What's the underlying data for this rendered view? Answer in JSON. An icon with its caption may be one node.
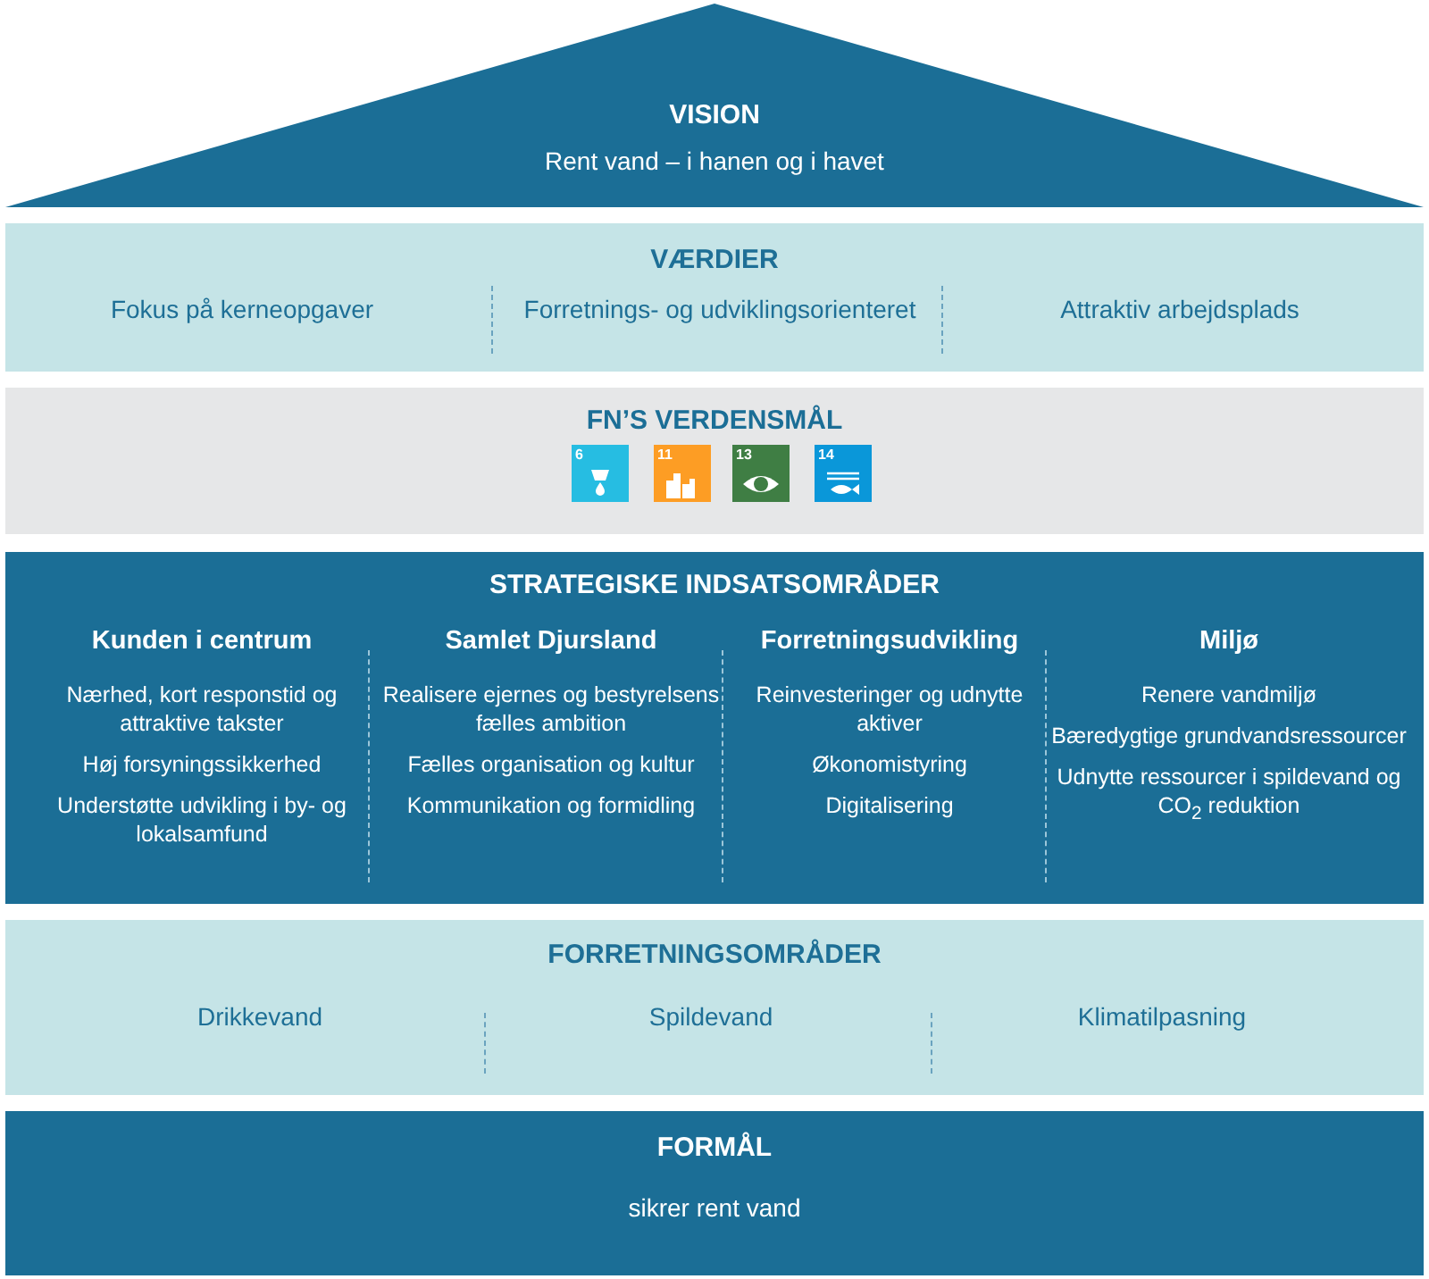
{
  "diagram": {
    "nodes": [
      {
        "text": [
          "VISION",
          "Rent vand – i hanen og i havet"
        ]
      },
      {
        "text": [
          "VÆRDIER"
        ]
      },
      {
        "text": [
          "Fokus på kerneopgaver"
        ],
        "in": 1
      },
      {
        "text": [
          "Forretnings- og udviklingsorienteret"
        ],
        "in": 1
      },
      {
        "text": [
          "Attraktiv arbejdsplads"
        ],
        "in": 1
      },
      {
        "text": [
          "FN’S VERDENSMÅL"
        ]
      },
      {
        "text": [
          "6"
        ],
        "in": 5
      },
      {
        "text": [
          "11"
        ],
        "in": 5
      },
      {
        "text": [
          "13"
        ],
        "in": 5
      },
      {
        "text": [
          "14"
        ],
        "in": 5
      },
      {
        "text": [
          "STRATEGISKE INDSATSOMRÅDER"
        ]
      },
      {
        "text": [
          "Kunden i centrum",
          "Nærhed, kort responstid og attraktive takster",
          "Høj forsyningssikkerhed",
          "Understøtte udvikling i by- og lokalsamfund"
        ],
        "in": 10
      },
      {
        "text": [
          "Samlet Djursland",
          "Realisere ejernes og bestyrelsens fælles ambition",
          "Fælles organisation og kultur",
          "Kommunikation og formidling"
        ],
        "in": 10
      },
      {
        "text": [
          "Forretningsudvikling",
          "Reinvesteringer og udnytte aktiver",
          "Økonomistyring",
          "Digitalisering"
        ],
        "in": 10
      },
      {
        "text": [
          "Miljø",
          "Renere vandmiljø",
          "Bæredygtige grundvandsressourcer",
          "Udnytte ressourcer i spildevand og CO$_{2}$ reduktion"
        ],
        "in": 10
      },
      {
        "text": [
          "FORRETNINGSOMRÅDER"
        ]
      },
      {
        "text": [
          "Drikkevand"
        ],
        "in": 15
      },
      {
        "text": [
          "Spildevand"
        ],
        "in": 15
      },
      {
        "text": [
          "Klimatilpasning"
        ],
        "in": 15
      },
      {
        "text": [
          "FORMÅL",
          "sikrer rent vand"
        ]
      }
    ],
    "edges": []
  }
}
